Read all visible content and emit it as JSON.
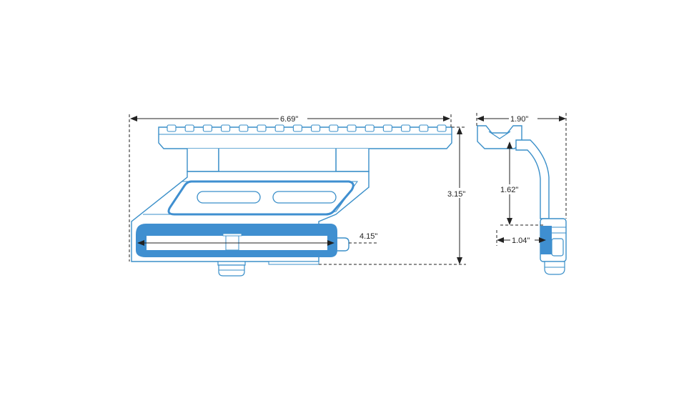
{
  "colors": {
    "outline": "#3a8fc9",
    "fill_accent": "#3f8fd0",
    "dimension": "#222222",
    "background": "#ffffff"
  },
  "dimensions": {
    "rail_length": "6.69\"",
    "overall_height": "3.15\"",
    "slot_length": "4.15\"",
    "side_width": "1.90\"",
    "side_height": "1.62\"",
    "side_offset": "1.04\""
  }
}
